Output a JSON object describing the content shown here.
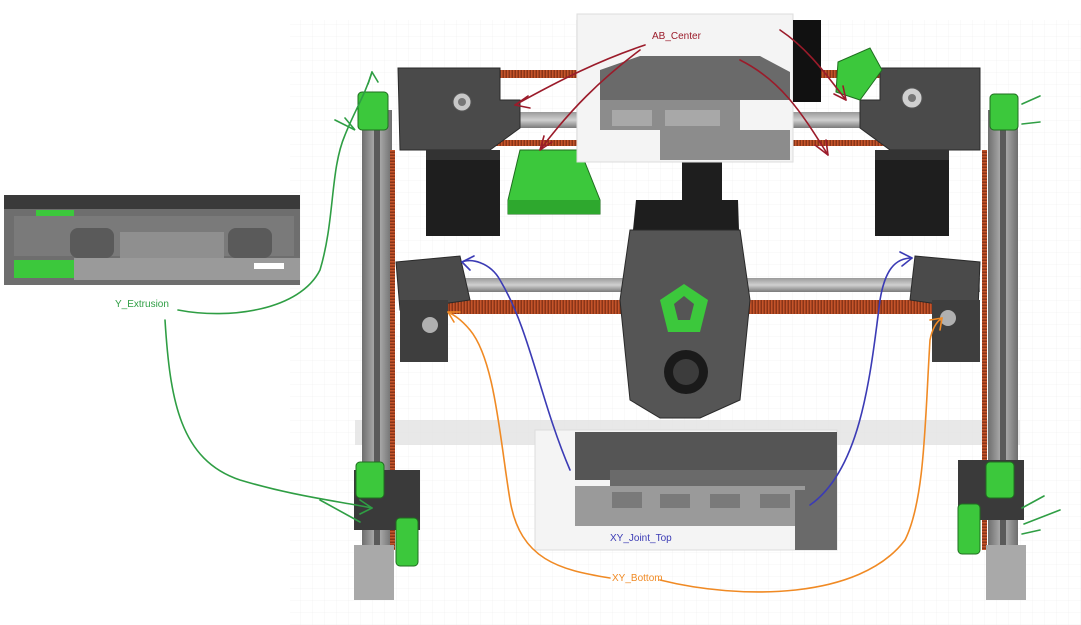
{
  "annotations": {
    "ab_center": {
      "text": "AB_Center",
      "color": "#9b1b2a"
    },
    "y_extrusion": {
      "text": "Y_Extrusion",
      "color": "#2f9e44"
    },
    "xy_joint_top": {
      "text": "XY_Joint_Top",
      "color": "#3b3bb5"
    },
    "xy_bottom": {
      "text": "XY_Bottom",
      "color": "#f08a24"
    }
  },
  "colors": {
    "part_green": "#3cc83c",
    "part_dark": "#4a4a4a",
    "part_grey": "#8c8c8c",
    "belt": "#a0401c",
    "motor": "#1e1e1e",
    "grid": "#e6e6e6"
  },
  "icons": [
    "nozzle-logo-icon",
    "pulley-icon",
    "bearing-icon"
  ]
}
